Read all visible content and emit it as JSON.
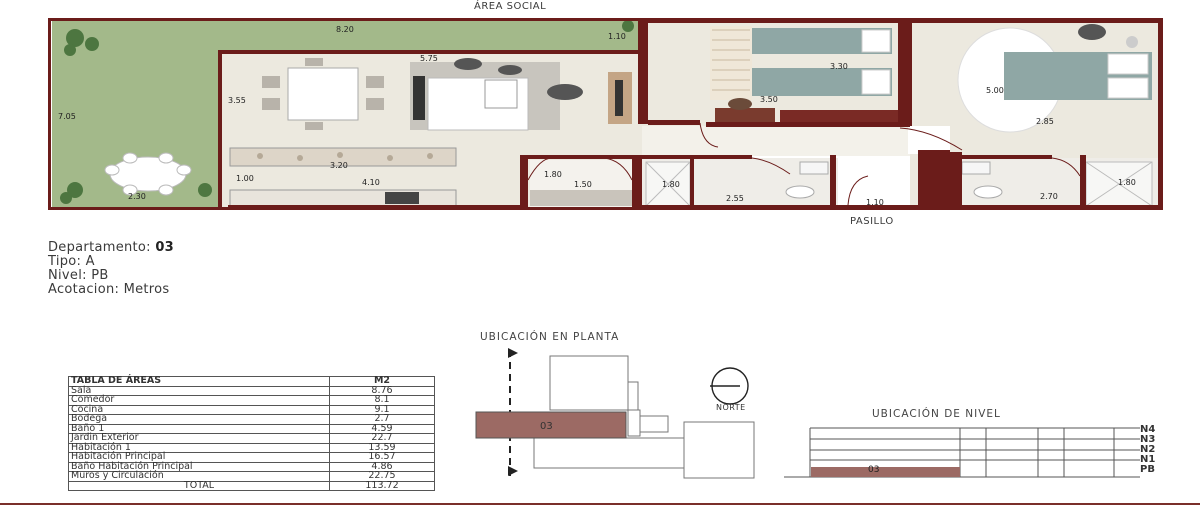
{
  "plan": {
    "labels": {
      "area_social": "ÁREA SOCIAL",
      "pasillo": "PASILLO"
    },
    "dimensions": {
      "d_820": "8.20",
      "d_110a": "1.10",
      "d_705": "7.05",
      "d_575": "5.75",
      "d_355": "3.55",
      "d_330": "3.30",
      "d_350": "3.50",
      "d_500": "5.00",
      "d_285": "2.85",
      "d_320": "3.20",
      "d_100": "1.00",
      "d_410": "4.10",
      "d_180a": "1.80",
      "d_150": "1.50",
      "d_180b": "1.80",
      "d_255": "2.55",
      "d_110b": "1.10",
      "d_270": "2.70",
      "d_180c": "1.80",
      "d_230": "2.30"
    }
  },
  "info": {
    "depto_label": "Departamento: ",
    "depto_value": "03",
    "tipo": "Tipo: A",
    "nivel": "Nivel: PB",
    "acotacion": "Acotacion: Metros"
  },
  "areas_table": {
    "header_name": "TABLA DE ÁREAS",
    "header_value": "M2",
    "rows": [
      {
        "name": "Sala",
        "value": "8.76"
      },
      {
        "name": "Comedor",
        "value": "8.1"
      },
      {
        "name": "Cocina",
        "value": "9.1"
      },
      {
        "name": "Bodega",
        "value": "2.7"
      },
      {
        "name": "Baño 1",
        "value": "4.59"
      },
      {
        "name": "Jardin Exterior",
        "value": "22.7"
      },
      {
        "name": "Habitación 1",
        "value": "13.59"
      },
      {
        "name": "Habitación Principal",
        "value": "16.57"
      },
      {
        "name": "Baño Habitación Principal",
        "value": "4.86"
      },
      {
        "name": "Muros y Circulación",
        "value": "22.75"
      }
    ],
    "total_label": "TOTAL",
    "total_value": "113.72"
  },
  "location": {
    "title": "UBICACIÓN EN PLANTA",
    "unit": "03",
    "north": "NORTE"
  },
  "level": {
    "title": "UBICACIÓN DE NIVEL",
    "levels": [
      "N4",
      "N3",
      "N2",
      "N1",
      "PB"
    ],
    "unit": "03"
  },
  "colors": {
    "wall": "#6b1c1a",
    "garden": "#9fb583",
    "floor": "#e9e6dc",
    "highlight": "#9c6a64"
  }
}
